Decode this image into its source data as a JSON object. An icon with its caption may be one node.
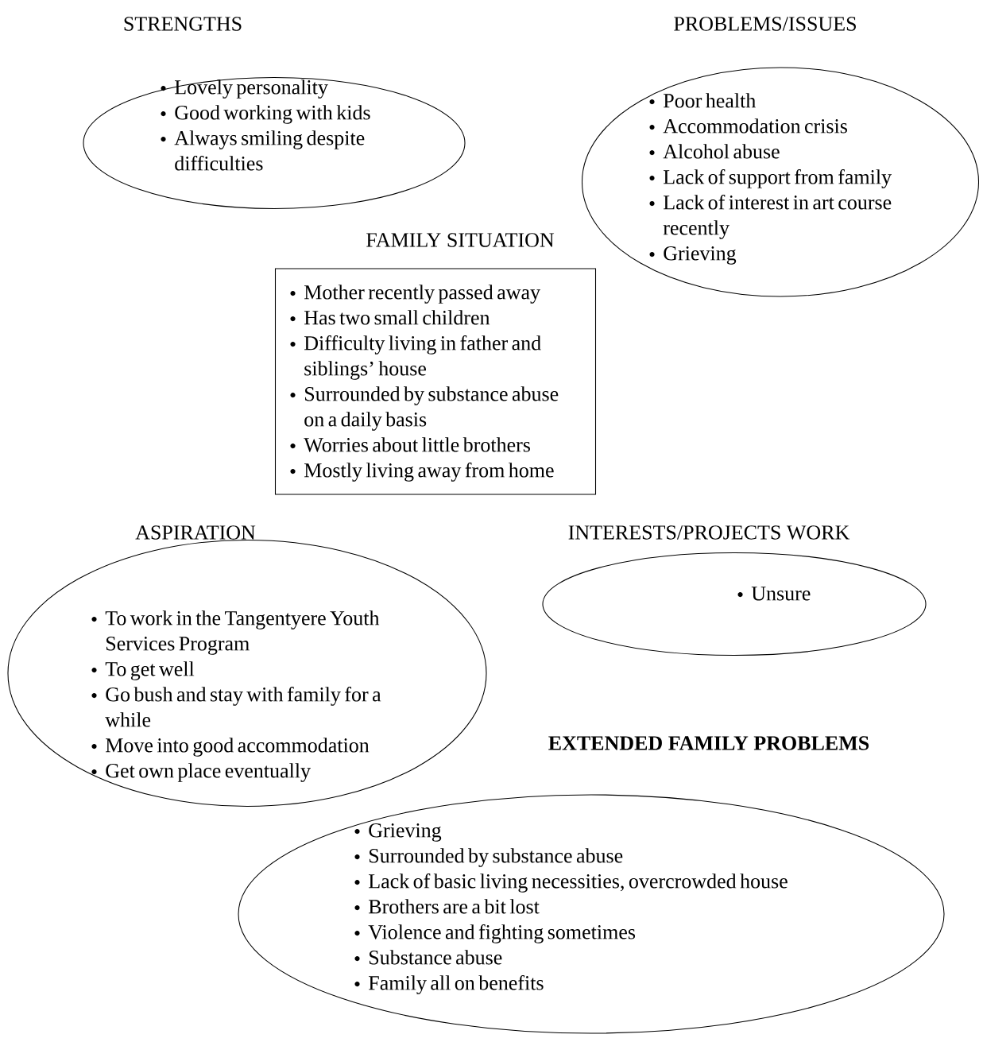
{
  "diagram": {
    "nodes": [
      {
        "text": [
          "STRENGTHS",
          "Lovely personality",
          "Good working with kids",
          "Always smiling despite difficulties"
        ]
      },
      {
        "text": [
          "PROBLEMS/ISSUES",
          "Poor health",
          "Accommodation crisis",
          "Alcohol abuse",
          "Lack of support from family",
          "Lack of interest in art course recently",
          "Grieving"
        ]
      },
      {
        "text": [
          "FAMILY SITUATION",
          "Mother recently passed away",
          "Has two small children",
          "Difficulty living in father and siblings’ house",
          "Surrounded by substance abuse on a daily basis",
          "Worries about little brothers",
          "Mostly living away from home"
        ]
      },
      {
        "text": [
          "ASPIRATION",
          "To work in the Tangentyere Youth Services Program",
          "To get well",
          "Go bush and stay with family for a while",
          "Move into good accommodation",
          "Get own place eventually"
        ]
      },
      {
        "text": [
          "INTERESTS/PROJECTS WORK",
          "Unsure"
        ]
      },
      {
        "text": [
          "EXTENDED FAMILY PROBLEMS",
          "Grieving",
          "Surrounded by substance abuse",
          "Lack of basic living necessities, overcrowded house",
          "Brothers are a bit lost",
          "Violence and fighting sometimes",
          "Substance abuse",
          "Family all on benefits"
        ]
      }
    ]
  }
}
